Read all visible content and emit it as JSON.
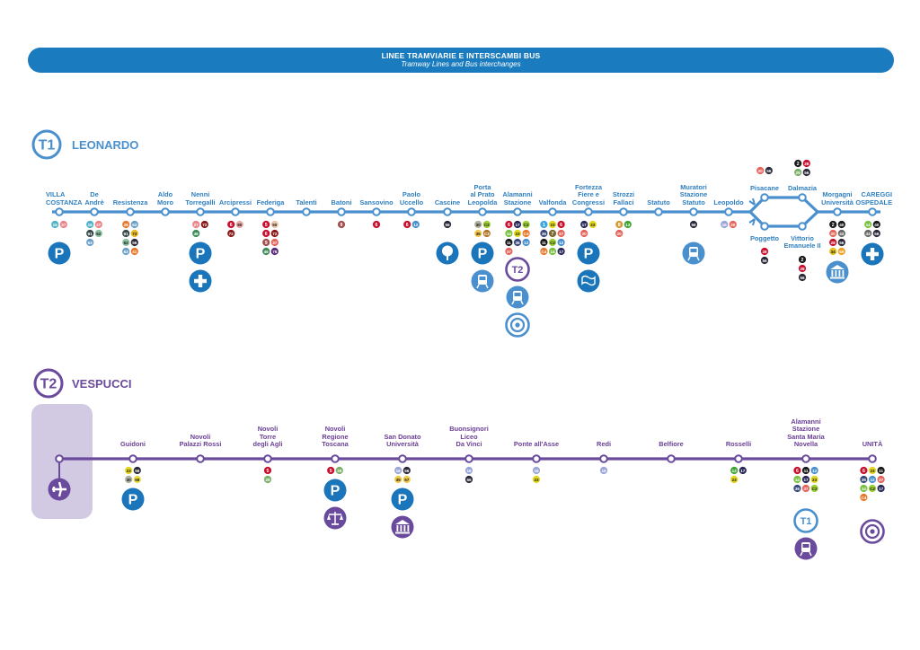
{
  "header": {
    "title": "LINEE TRAMVIARIE E INTERSCAMBI BUS",
    "subtitle": "Tramway Lines and Bus interchanges"
  },
  "colors": {
    "t1": "#4a90cf",
    "t2": "#6a4a9c",
    "banner": "#1a7bbf",
    "parking": "#1b75bb",
    "airport_box": "#d2c9e3"
  },
  "lines": {
    "t1": {
      "badge": "T1",
      "name": "LEONARDO",
      "stops": [
        {
          "name": "VILLA\nCOSTANZA",
          "buses": [
            "15",
            "27"
          ],
          "services": [
            "parking"
          ]
        },
        {
          "name": "De\nAndrè",
          "buses": [
            "15",
            "27",
            "61",
            "62",
            "63"
          ],
          "services": []
        },
        {
          "name": "Resistenza",
          "buses": [
            "26",
            "63",
            "61",
            "73",
            "62",
            "56",
            "63",
            "41"
          ],
          "services": []
        },
        {
          "name": "Aldo\nMoro",
          "buses": [],
          "services": []
        },
        {
          "name": "Nenni\nTorregalli",
          "buses": [
            "27",
            "72",
            "46"
          ],
          "services": [
            "parking",
            "hospital"
          ]
        },
        {
          "name": "Arcipressi",
          "buses": [
            "6",
            "80",
            "72"
          ],
          "services": []
        },
        {
          "name": "Federiga",
          "buses": [
            "5",
            "50",
            "6",
            "72",
            "9",
            "37",
            "46",
            "78"
          ],
          "services": []
        },
        {
          "name": "Talenti",
          "buses": [],
          "services": []
        },
        {
          "name": "Batoni",
          "buses": [
            "9"
          ],
          "services": []
        },
        {
          "name": "Sansovino",
          "buses": [
            "6"
          ],
          "services": []
        },
        {
          "name": "Paolo\nUccello",
          "buses": [
            "6",
            "12"
          ],
          "services": []
        },
        {
          "name": "Cascine",
          "buses": [
            "56"
          ],
          "services": [
            "park"
          ]
        },
        {
          "name": "Porta\nal Prato\nLeopolda",
          "buses": [
            "30",
            "C2",
            "35",
            "C3"
          ],
          "services": [
            "parking",
            "train"
          ]
        },
        {
          "name": "Alamanni\nStazione",
          "buses": [
            "6",
            "17",
            "C2",
            "14",
            "23",
            "C4",
            "11",
            "36",
            "12",
            "37"
          ],
          "services": [
            "t2",
            "train",
            "tram-target"
          ]
        },
        {
          "name": "Valfonda",
          "buses": [
            "1",
            "23",
            "6",
            "36",
            "7",
            "37",
            "11",
            "C2",
            "12",
            "C4",
            "14",
            "17"
          ],
          "services": []
        },
        {
          "name": "Fortezza\nFiere e\nCongressi",
          "buses": [
            "17",
            "23",
            "20"
          ],
          "services": [
            "parking",
            "flag"
          ]
        },
        {
          "name": "Strozzi\nFallaci",
          "buses": [
            "8",
            "13",
            "20"
          ],
          "services": []
        },
        {
          "name": "Statuto",
          "buses": [],
          "services": []
        },
        {
          "name": "Muratori\nStazione\nStatuto",
          "buses": [
            "56"
          ],
          "services": [
            "train"
          ]
        },
        {
          "name": "Leopoldo",
          "buses": [
            "16",
            "20"
          ],
          "services": []
        },
        {
          "name": "Pisacane",
          "buses": [
            "20",
            "56"
          ],
          "services": []
        },
        {
          "name": "Poggetto",
          "buses": [
            "28",
            "56"
          ],
          "services": []
        },
        {
          "name": "Dalmazia",
          "buses": [
            "2",
            "28",
            "29",
            "56"
          ],
          "services": []
        },
        {
          "name": "Vittorio\nEmanuele II",
          "buses": [
            "2",
            "28",
            "56"
          ],
          "services": []
        },
        {
          "name": "Morgagni\nUniversità",
          "buses": [
            "2",
            "40",
            "20",
            "43",
            "28",
            "56",
            "34",
            "59"
          ],
          "services": [
            "university"
          ]
        },
        {
          "name": "CAREGGI\nOSPEDALE",
          "buses": [
            "14",
            "40",
            "43",
            "56"
          ],
          "services": [
            "hospital"
          ]
        }
      ]
    },
    "t2": {
      "badge": "T2",
      "name": "VESPUCCI",
      "stops": [
        {
          "name": "AEROPORTO",
          "buses": [],
          "services": [
            "airport"
          ]
        },
        {
          "name": "Guidoni",
          "buses": [
            "23",
            "56",
            "30",
            "68"
          ],
          "services": [
            "parking"
          ]
        },
        {
          "name": "Novoli\nPalazzi Rossi",
          "buses": [],
          "services": []
        },
        {
          "name": "Novoli\nTorre\ndegli Agli",
          "buses": [
            "5",
            "29"
          ],
          "services": []
        },
        {
          "name": "Novoli\nRegione\nToscana",
          "buses": [
            "5",
            "29"
          ],
          "services": [
            "parking",
            "justice"
          ]
        },
        {
          "name": "San Donato\nUniversità",
          "buses": [
            "16",
            "56",
            "35",
            "57"
          ],
          "services": [
            "parking",
            "university"
          ]
        },
        {
          "name": "Buonsignori\nLiceo\nDa Vinci",
          "buses": [
            "16",
            "56"
          ],
          "services": []
        },
        {
          "name": "Ponte all'Asse",
          "buses": [
            "16",
            "23"
          ],
          "services": []
        },
        {
          "name": "Redi",
          "buses": [
            "16"
          ],
          "services": []
        },
        {
          "name": "Belfiore",
          "buses": [],
          "services": []
        },
        {
          "name": "Rosselli",
          "buses": [
            "13",
            "17",
            "23"
          ],
          "services": []
        },
        {
          "name": "Alamanni\nStazione\nSanta Maria\nNovella",
          "buses": [
            "6",
            "11",
            "12",
            "14",
            "17",
            "23",
            "36",
            "37",
            "C2"
          ],
          "services": [
            "t1",
            "train"
          ]
        },
        {
          "name": "UNITÀ",
          "buses": [
            "6",
            "23",
            "11",
            "36",
            "12",
            "37",
            "14",
            "C2",
            "17",
            "C4"
          ],
          "services": [
            "tram-target"
          ]
        }
      ]
    }
  }
}
